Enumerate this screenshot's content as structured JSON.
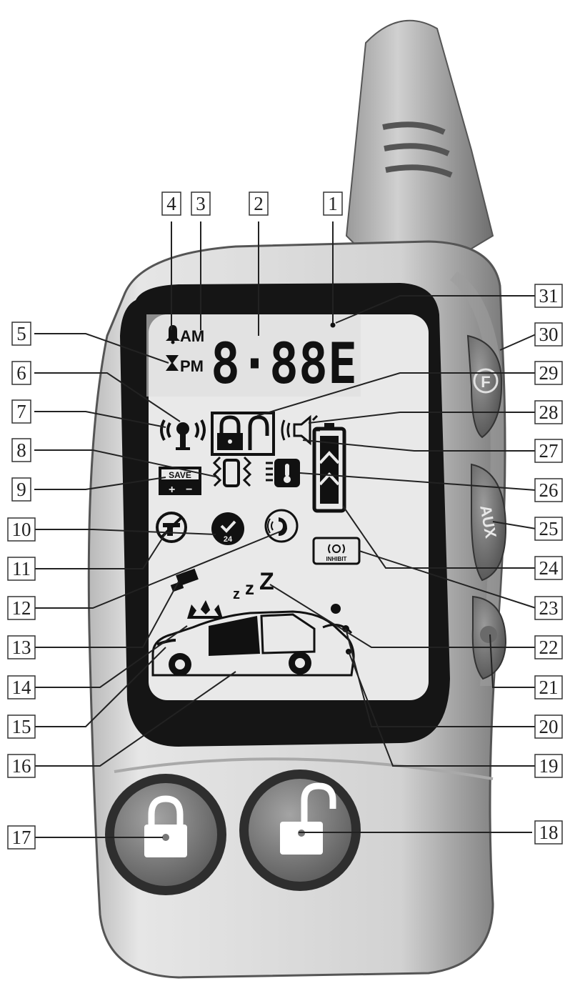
{
  "display": {
    "am": "AM",
    "pm": "PM",
    "digits": "8·88E",
    "save_label": "SAVE",
    "save_plus": "+",
    "save_minus": "−",
    "clock_24": "24",
    "inhibit_label": "INHIBIT",
    "sleep_small": "z",
    "sleep_mid": "z",
    "sleep_big": "Z"
  },
  "side_buttons": {
    "f_label": "F",
    "aux_label": "AUX"
  },
  "callouts": [
    "1",
    "2",
    "3",
    "4",
    "5",
    "6",
    "7",
    "8",
    "9",
    "10",
    "11",
    "12",
    "13",
    "14",
    "15",
    "16",
    "17",
    "18",
    "19",
    "20",
    "21",
    "22",
    "23",
    "24",
    "25",
    "26",
    "27",
    "28",
    "29",
    "30",
    "31"
  ],
  "colors": {
    "body_light": "#d8d8d8",
    "body_dark": "#8a8a8a",
    "lcd_bezel": "#141414",
    "lcd_screen": "#e9e9e9",
    "button_gray": "#7d7d7d"
  }
}
